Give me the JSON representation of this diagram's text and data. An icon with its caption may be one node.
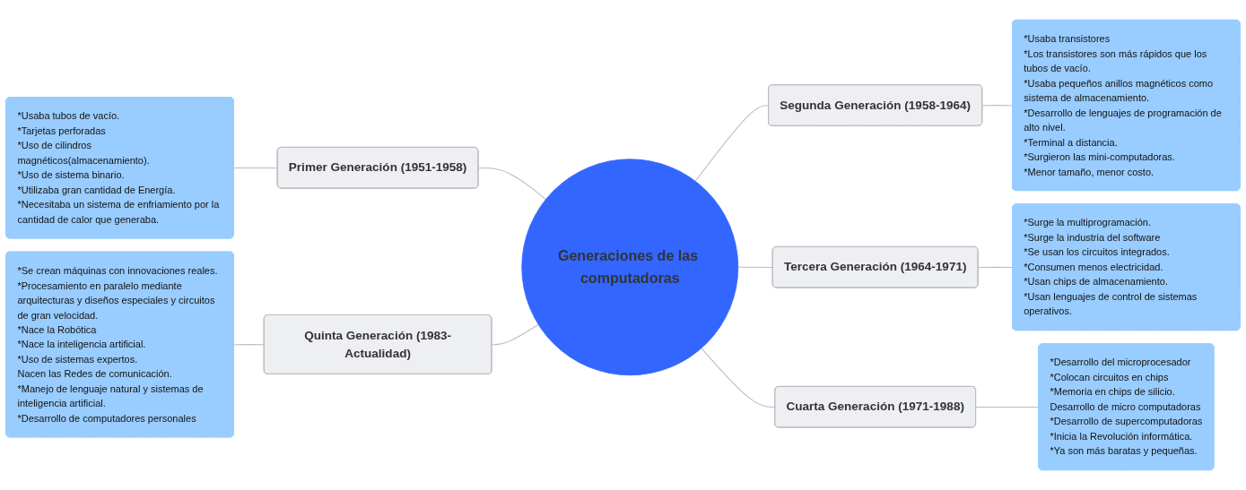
{
  "diagram": {
    "nodes": [
      {
        "text": [
          "Generaciones de las computadoras"
        ]
      },
      {
        "text": [
          "Primer Generación (1951-1958)"
        ]
      },
      {
        "text": [
          "*Usaba tubos de vacío.",
          "*Tarjetas perforadas",
          "*Uso de cilindros magnéticos(almacenamiento).",
          "*Uso de sistema binario.",
          "*Utilizaba gran cantidad de Energía.",
          "*Necesitaba un sistema de enfriamiento por la cantidad de calor que generaba."
        ]
      },
      {
        "text": [
          "Segunda Generación (1958-1964)"
        ]
      },
      {
        "text": [
          "*Usaba transistores",
          "*Los transistores son más rápidos que los tubos de vacío.",
          "*Usaba pequeños anillos magnéticos como sistema de almacenamiento.",
          "*Desarrollo de lenguajes de programación de alto nivel.",
          "*Terminal a distancia.",
          "*Surgieron las mini-computadoras.",
          "*Menor tamaño, menor costo."
        ]
      },
      {
        "text": [
          "Tercera Generación (1964-1971)"
        ]
      },
      {
        "text": [
          "*Surge la multiprogramación.",
          "*Surge la industria del software",
          "*Se usan los circuitos integrados.",
          "*Consumen menos electricidad.",
          "*Usan chips de almacenamiento.",
          "*Usan lenguajes de control de sistemas operativos."
        ]
      },
      {
        "text": [
          "Cuarta Generación (1971-1988)"
        ]
      },
      {
        "text": [
          "*Desarrollo del microprocesador",
          "*Colocan circuitos en chips",
          "*Memoria en chips de silicio.",
          "Desarrollo de micro computadoras",
          "*Desarrollo de supercomputadoras",
          "*Inicia la Revolución informática.",
          "*Ya son más baratas y pequeñas."
        ]
      },
      {
        "text": [
          "Quinta Generación (1983-Actualidad)"
        ]
      },
      {
        "text": [
          "*Se crean máquinas con innovaciones reales.",
          "*Procesamiento en paralelo mediante arquitecturas y diseños especiales y circuitos de gran velocidad.",
          "*Nace la Robótica",
          "*Nace la inteligencia artificial.",
          "*Uso de sistemas expertos.",
          "Nacen las Redes de comunicación.",
          "*Manejo de lenguaje natural y sistemas de inteligencia artificial.",
          "*Desarrollo de computadores personales"
        ]
      }
    ],
    "edges": [
      {
        "from": 2,
        "to": 1,
        "arrow": "none"
      },
      {
        "from": 1,
        "to": 0,
        "arrow": "none"
      },
      {
        "from": 0,
        "to": 3,
        "arrow": "none"
      },
      {
        "from": 3,
        "to": 4,
        "arrow": "none"
      },
      {
        "from": 0,
        "to": 5,
        "arrow": "none"
      },
      {
        "from": 5,
        "to": 6,
        "arrow": "none"
      },
      {
        "from": 0,
        "to": 7,
        "arrow": "none"
      },
      {
        "from": 7,
        "to": 8,
        "arrow": "none"
      },
      {
        "from": 10,
        "to": 9,
        "arrow": "none"
      },
      {
        "from": 9,
        "to": 0,
        "arrow": "none"
      }
    ]
  }
}
